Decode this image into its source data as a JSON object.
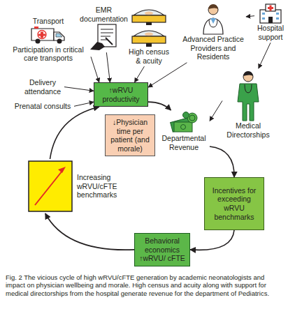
{
  "diagram": {
    "caption": "Fig. 2 The vicious cycle of high wRVU/cFTE generation by academic neonatologists and impact on physician wellbeing and morale. High census and acuity along with support for medical directorships from the hospital generate revenue for the department of Pediatrics.",
    "nodes": [
      {
        "text": [
          "Transport",
          "Participation in critical care transports"
        ]
      },
      {
        "text": [
          "EMR documentation"
        ]
      },
      {
        "text": [
          "High census & acuity"
        ]
      },
      {
        "text": [
          "Advanced Practice Providers and Residents"
        ]
      },
      {
        "text": [
          "Hospital support"
        ]
      },
      {
        "text": [
          "Delivery attendance"
        ]
      },
      {
        "text": [
          "Prenatal consults"
        ]
      },
      {
        "text": [
          "↑wRVU productivity"
        ]
      },
      {
        "text": [
          "Medical Directorships"
        ]
      },
      {
        "text": [
          "Departmental Revenue"
        ]
      },
      {
        "text": [
          "Incentives for exceeding wRVU benchmarks"
        ]
      },
      {
        "text": [
          "Behavioral economics",
          "↑wRVU/ cFTE"
        ]
      },
      {
        "text": [
          "Increasing wRVU/cFTE benchmarks"
        ]
      },
      {
        "text": [
          "↓Physician time per patient (and morale)"
        ]
      }
    ],
    "edges": [
      {
        "from": 0,
        "to": 7,
        "arrow": "to"
      },
      {
        "from": 1,
        "to": 7,
        "arrow": "to"
      },
      {
        "from": 2,
        "to": 7,
        "arrow": "to"
      },
      {
        "from": 3,
        "to": 7,
        "arrow": "to"
      },
      {
        "from": 4,
        "to": 3,
        "arrow": "to"
      },
      {
        "from": 4,
        "to": 8,
        "arrow": "to"
      },
      {
        "from": 5,
        "to": 7,
        "arrow": "to"
      },
      {
        "from": 6,
        "to": 7,
        "arrow": "to"
      },
      {
        "from": 7,
        "to": 9,
        "arrow": "to"
      },
      {
        "from": 8,
        "to": 9,
        "arrow": "to"
      },
      {
        "from": 9,
        "to": 10,
        "arrow": "to"
      },
      {
        "from": 10,
        "to": 11,
        "arrow": "to"
      },
      {
        "from": 11,
        "to": 12,
        "arrow": "to"
      },
      {
        "from": 12,
        "to": 7,
        "arrow": "to"
      }
    ]
  }
}
